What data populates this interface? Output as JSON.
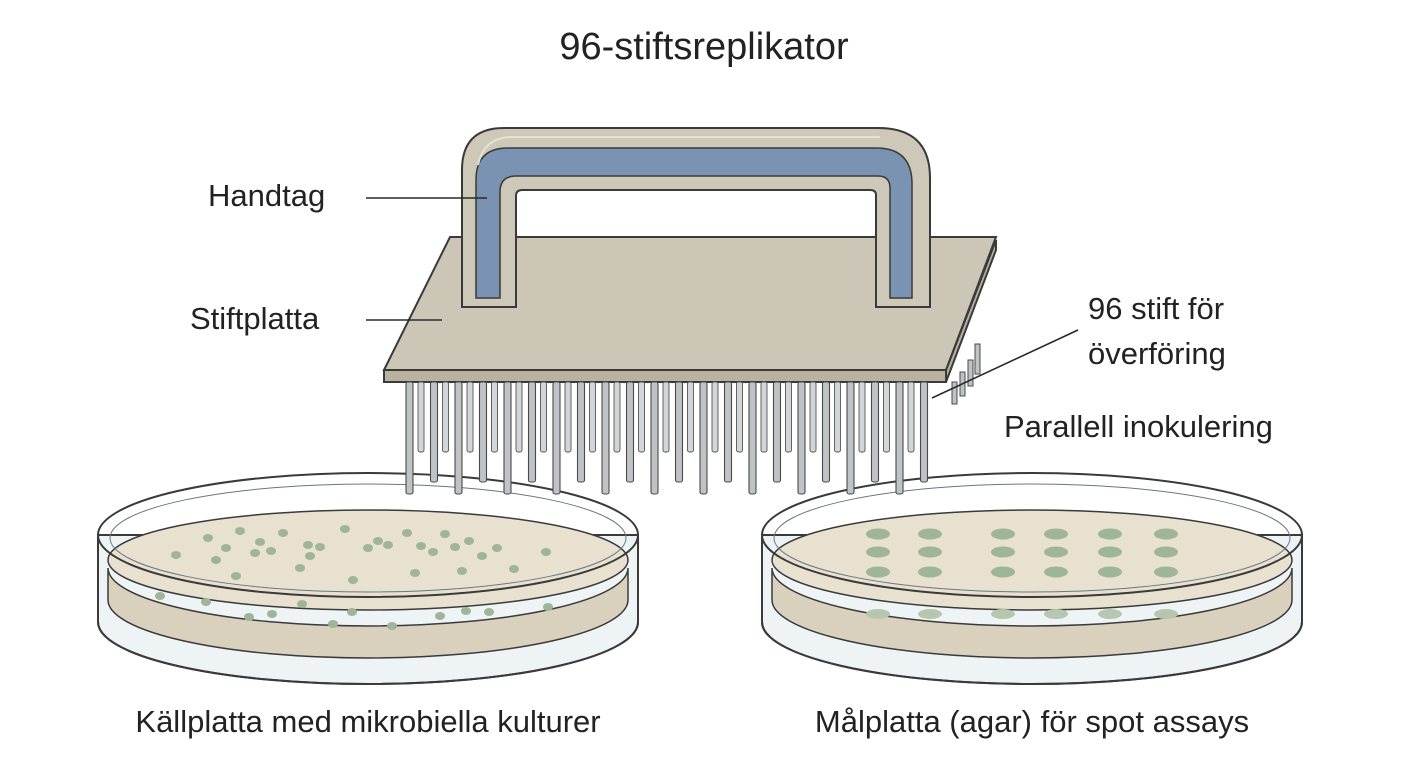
{
  "title": "96-stiftsreplikator",
  "labels": {
    "handle": "Handtag",
    "pin_plate": "Stiftplatta",
    "pins_line1": "96 stift för",
    "pins_line2": "överföring",
    "parallel": "Parallell inokulering"
  },
  "captions": {
    "source_plate": "Källplatta med mikrobiella kulturer",
    "target_plate": "Målplatta (agar) för spot assays"
  },
  "colors": {
    "handle_frame": "#cdc8b7",
    "handle_inner": "#7b93b3",
    "plate_top": "#cbc6b6",
    "plate_edge": "#b5af9d",
    "pins": "#bfc3c6",
    "agar": "#e8e1cf",
    "dish_glass": "#eaf1f6",
    "colony": "#9fb597",
    "outline": "#3a3a3a"
  }
}
